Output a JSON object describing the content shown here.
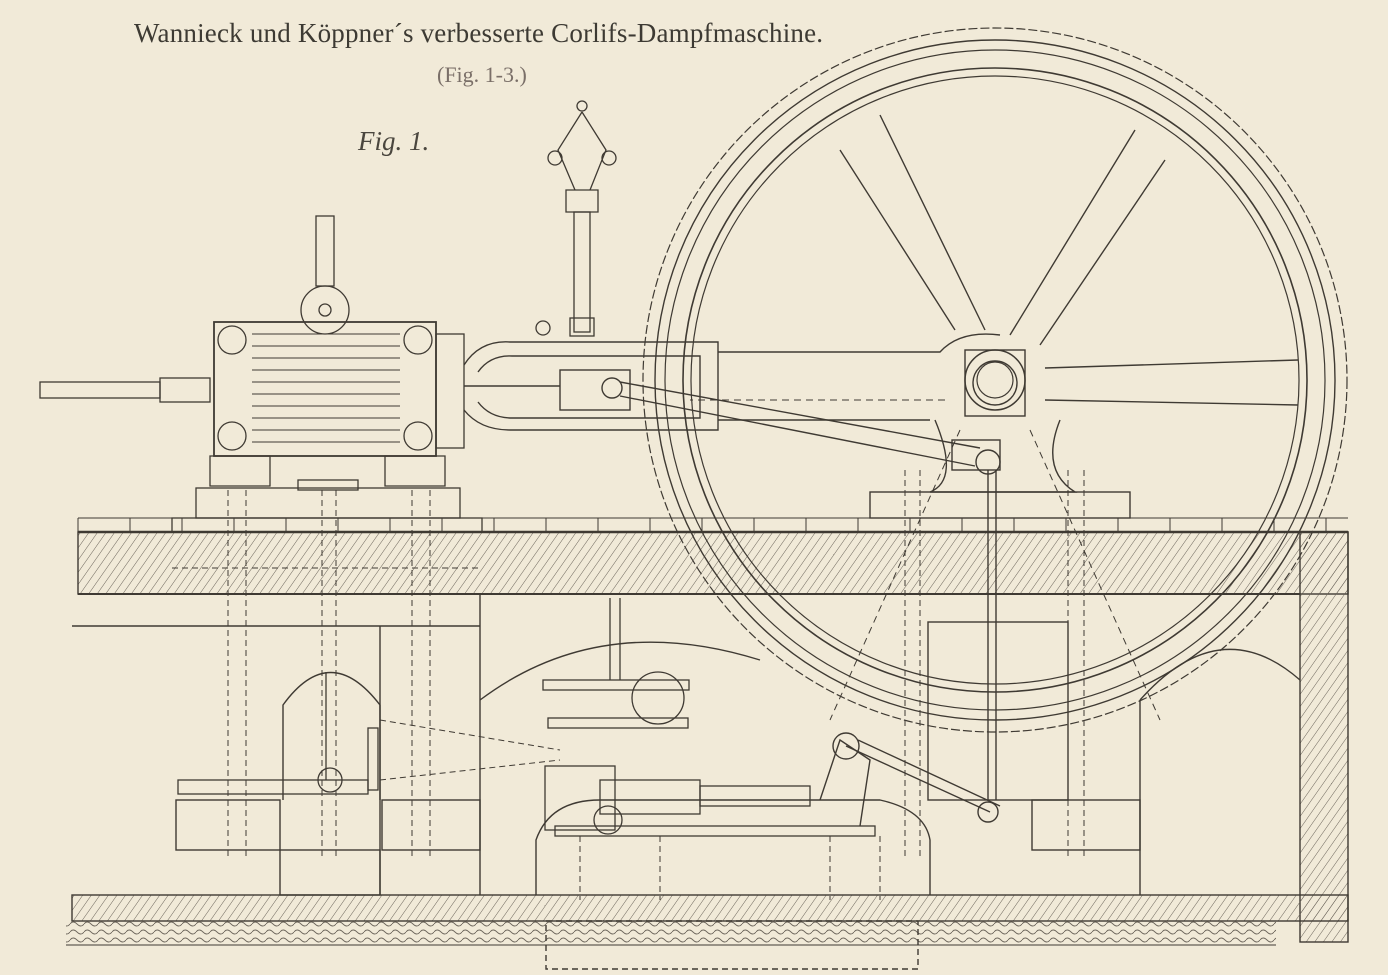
{
  "plate": {
    "title": "Wannieck und Köppner´s verbesserte Corlifs-Dampfmaschine.",
    "subtitle": "(Fig. 1-3.)",
    "figure_label": "Fig. 1."
  },
  "colors": {
    "paper": "#f1ead8",
    "ink": "#3f3a33",
    "hatch": "#6b645a",
    "stamp": "#7a6f68"
  },
  "drawing": {
    "parts": [
      "flywheel",
      "governor",
      "steam-cylinder",
      "crosshead-guide",
      "connecting-rod",
      "crank-bearing",
      "foundation",
      "condenser-pump",
      "air-pump-lever",
      "valve-gear"
    ]
  }
}
